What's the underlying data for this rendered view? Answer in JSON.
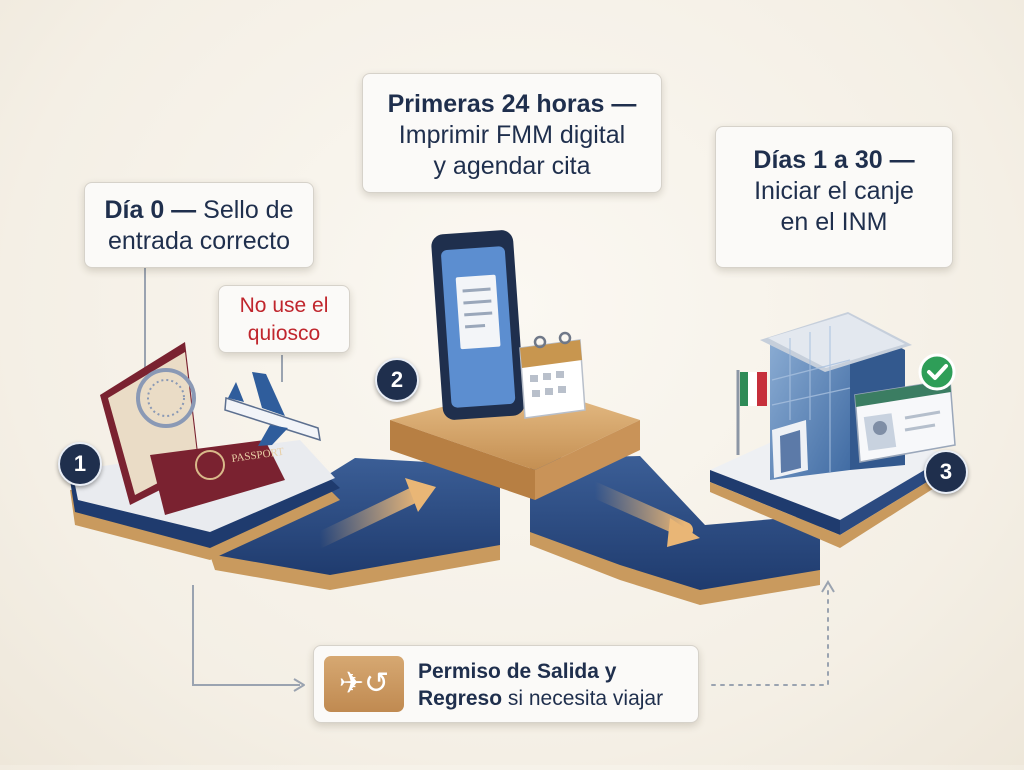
{
  "steps": [
    {
      "number": "1",
      "title": "Día 0 —",
      "text": "Sello de entrada correcto"
    },
    {
      "number": "2",
      "title": "Primeras 24 horas —",
      "text_line1": "Imprimir FMM digital",
      "text_line2": "y agendar cita"
    },
    {
      "number": "3",
      "title": "Días 1 a 30 —",
      "text_line1": "Iniciar el canje",
      "text_line2": "en el INM"
    }
  ],
  "warning": {
    "line1": "No use el",
    "line2": "quiosco"
  },
  "passport_label": "PASSPORT",
  "note": {
    "bold1": "Permiso de Salida y",
    "bold2": "Regreso",
    "rest": " si necesita viajar"
  },
  "colors": {
    "navy": "#1f3b6e",
    "gold": "#d8a86a",
    "warning_red": "#c0262d",
    "check_green": "#2e9e58"
  },
  "icons": [
    "passport-icon",
    "airplane-icon",
    "phone-icon",
    "calendar-icon",
    "building-icon",
    "mexico-flag-icon",
    "id-card-icon",
    "check-icon",
    "plane-return-icon"
  ]
}
